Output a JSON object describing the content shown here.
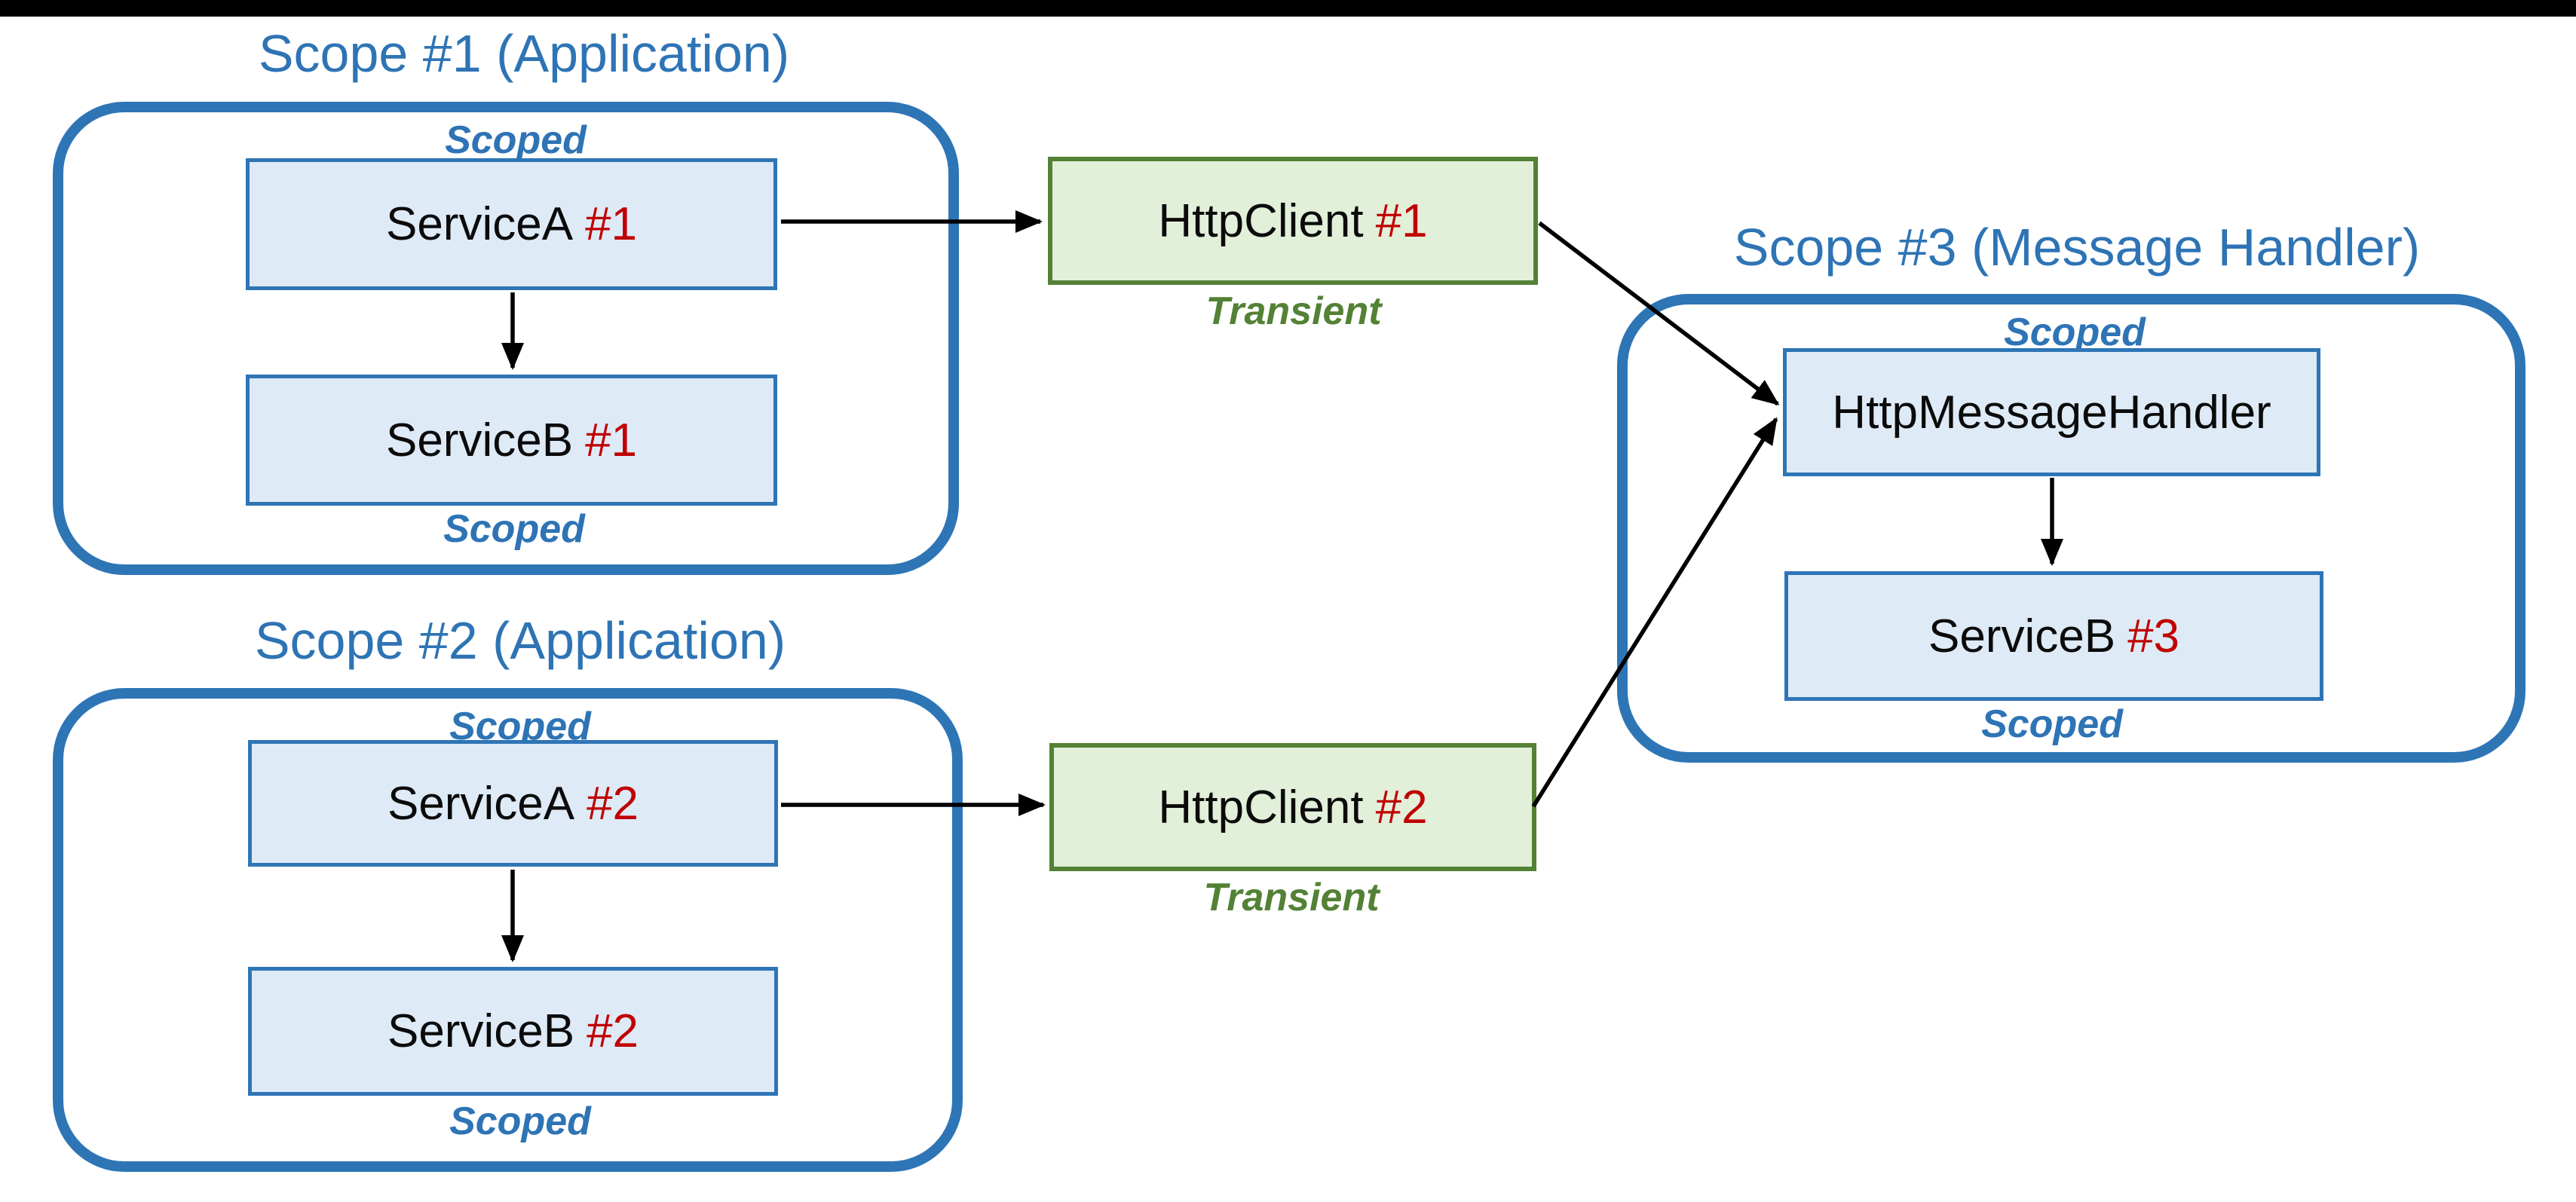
{
  "titles": {
    "scope1": "Scope #1 (Application)",
    "scope2": "Scope #2 (Application)",
    "scope3": "Scope #3 (Message Handler)"
  },
  "lifetimes": {
    "scoped": "Scoped",
    "transient": "Transient"
  },
  "nodes": {
    "service_a1": {
      "name": "ServiceA",
      "tag": "#1"
    },
    "service_b1": {
      "name": "ServiceB",
      "tag": "#1"
    },
    "service_a2": {
      "name": "ServiceA",
      "tag": "#2"
    },
    "service_b2": {
      "name": "ServiceB",
      "tag": "#2"
    },
    "http_client1": {
      "name": "HttpClient",
      "tag": "#1"
    },
    "http_client2": {
      "name": "HttpClient",
      "tag": "#2"
    },
    "http_message_handler": {
      "name": "HttpMessageHandler",
      "tag": ""
    },
    "service_b3": {
      "name": "ServiceB",
      "tag": "#3"
    }
  },
  "edges": [
    {
      "from": "ServiceA #1",
      "to": "ServiceB #1"
    },
    {
      "from": "ServiceA #1",
      "to": "HttpClient #1"
    },
    {
      "from": "HttpClient #1",
      "to": "HttpMessageHandler"
    },
    {
      "from": "ServiceA #2",
      "to": "ServiceB #2"
    },
    {
      "from": "ServiceA #2",
      "to": "HttpClient #2"
    },
    {
      "from": "HttpClient #2",
      "to": "HttpMessageHandler"
    },
    {
      "from": "HttpMessageHandler",
      "to": "ServiceB #3"
    }
  ],
  "colors": {
    "blue_border": "#2E75B6",
    "blue_text": "#2E74B5",
    "blue_fill": "#DEEAF6",
    "green_border": "#538135",
    "green_fill": "#E2EFD9",
    "red_tag": "#C00000",
    "line_black": "#000000"
  }
}
